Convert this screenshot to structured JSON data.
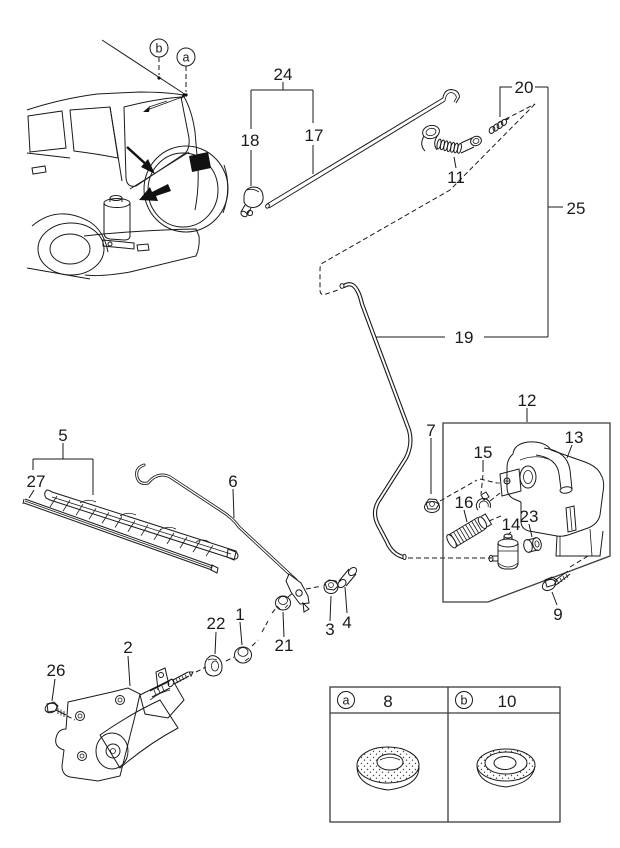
{
  "diagram": {
    "background_color": "#ffffff",
    "line_color": "#1a1a1a",
    "callouts": {
      "a": "a",
      "b": "b",
      "n1": "1",
      "n2": "2",
      "n3": "3",
      "n4": "4",
      "n5": "5",
      "n6": "6",
      "n7": "7",
      "n9": "9",
      "n11": "11",
      "n12": "12",
      "n13": "13",
      "n14": "14",
      "n15": "15",
      "n16": "16",
      "n17": "17",
      "n18": "18",
      "n19": "19",
      "n20": "20",
      "n21": "21",
      "n22": "22",
      "n23": "23",
      "n24": "24",
      "n25": "25",
      "n26": "26",
      "n27": "27"
    },
    "legend": {
      "items": [
        {
          "badge": "a",
          "number": "8"
        },
        {
          "badge": "b",
          "number": "10"
        }
      ]
    }
  }
}
